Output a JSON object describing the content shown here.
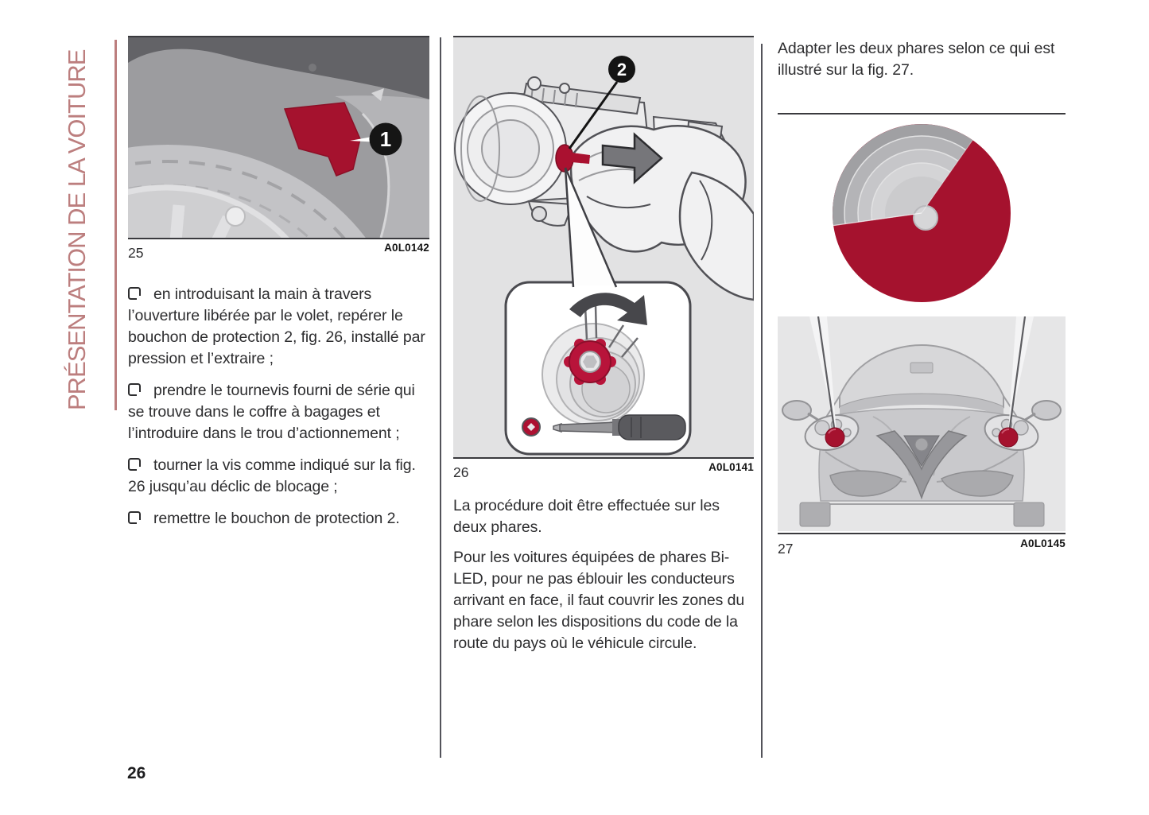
{
  "page": {
    "number": "26"
  },
  "sidebar": {
    "title": "PRÉSENTATION DE LA VOITURE"
  },
  "colors": {
    "accent_red": "#a5122e",
    "sidebar_rose": "#bc7e7e"
  },
  "columns": {
    "col1": {
      "figure": {
        "number": "25",
        "code": "A0L0142",
        "callout": "1"
      },
      "bullets": [
        "en introduisant la main à travers l’ouverture libérée par le volet, repérer le bouchon de protection 2, fig. 26, installé par pression et l’extraire ;",
        "prendre le tournevis fourni de série qui se trouve dans le coffre à bagages et l’introduire dans le trou d’actionnement ;",
        "tourner la vis comme indiqué sur la fig. 26 jusqu’au déclic de blocage ;",
        "remettre le bouchon de protection 2."
      ]
    },
    "col2": {
      "figure": {
        "number": "26",
        "code": "A0L0141",
        "callout": "2"
      },
      "paragraphs": [
        "La procédure doit être effectuée sur les deux phares.",
        "Pour les voitures équipées de phares Bi-LED, pour ne pas éblouir les conducteurs arrivant en face, il faut couvrir les zones du phare selon les dispositions du code de la route du pays où le véhicule circule."
      ]
    },
    "col3": {
      "intro": "Adapter les deux phares selon ce qui est illustré sur la fig. 27.",
      "figure": {
        "number": "27",
        "code": "A0L0145"
      }
    }
  }
}
